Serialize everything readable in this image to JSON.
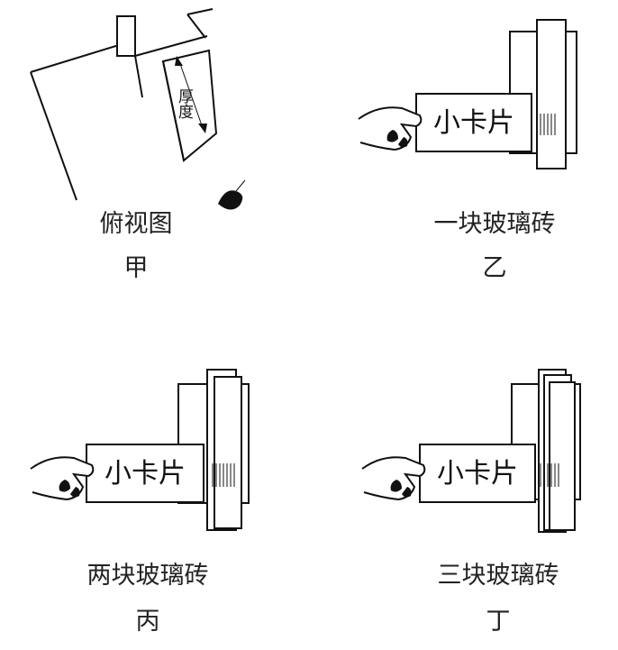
{
  "figures": {
    "jia": {
      "caption": "俯视图",
      "label": "甲",
      "thickness_text": "厚度"
    },
    "yi": {
      "caption": "一块玻璃砖",
      "label": "乙",
      "card_text": "小卡片",
      "glass_count": 1
    },
    "bing": {
      "caption": "两块玻璃砖",
      "label": "丙",
      "card_text": "小卡片",
      "glass_count": 2
    },
    "ding": {
      "caption": "三块玻璃砖",
      "label": "丁",
      "card_text": "小卡片",
      "glass_count": 3
    }
  }
}
